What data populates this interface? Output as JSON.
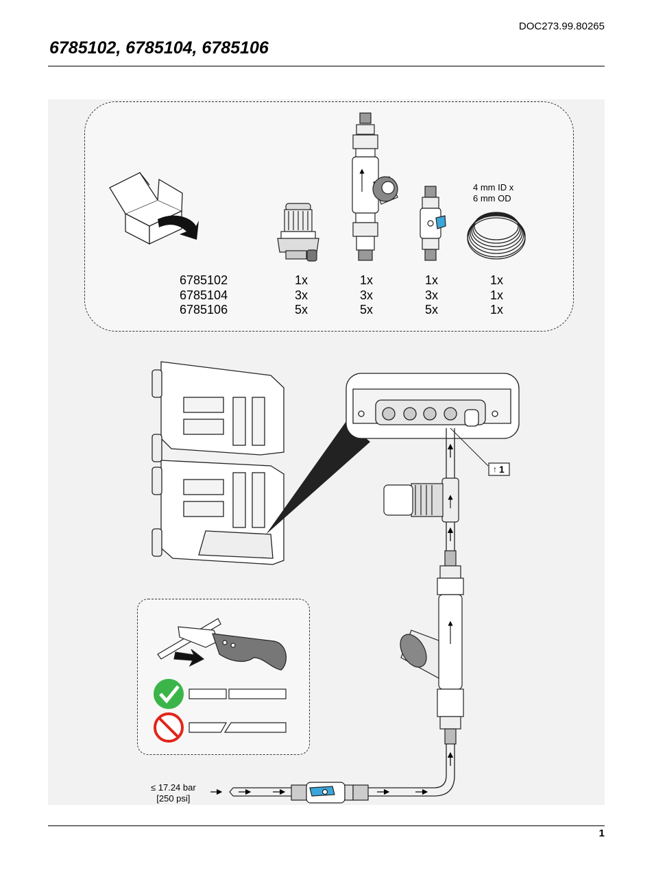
{
  "header": {
    "doc_id": "DOC273.99.80265",
    "title": "6785102, 6785104, 6785106"
  },
  "kit": {
    "tube_spec_line1": "4 mm ID x",
    "tube_spec_line2": "6 mm OD",
    "rows": [
      {
        "part": "6785102",
        "q1": "1x",
        "q2": "1x",
        "q3": "1x",
        "q4": "1x"
      },
      {
        "part": "6785104",
        "q1": "3x",
        "q2": "3x",
        "q3": "3x",
        "q4": "1x"
      },
      {
        "part": "6785106",
        "q1": "5x",
        "q2": "5x",
        "q3": "5x",
        "q4": "1x"
      }
    ]
  },
  "installation": {
    "callout": "1",
    "pressure_line1": "≤ 17.24 bar",
    "pressure_line2": "[250 psi]"
  },
  "colors": {
    "valve_handle": "#3aa6d9",
    "correct": "#3bb54a",
    "incorrect": "#e1251b"
  },
  "icons": [
    "box-open-icon",
    "pressure-regulator-icon",
    "y-strainer-icon",
    "ball-valve-icon",
    "tubing-coil-icon",
    "tube-cutter-icon",
    "check-icon",
    "prohibited-icon"
  ],
  "footer": {
    "page_number": "1"
  }
}
